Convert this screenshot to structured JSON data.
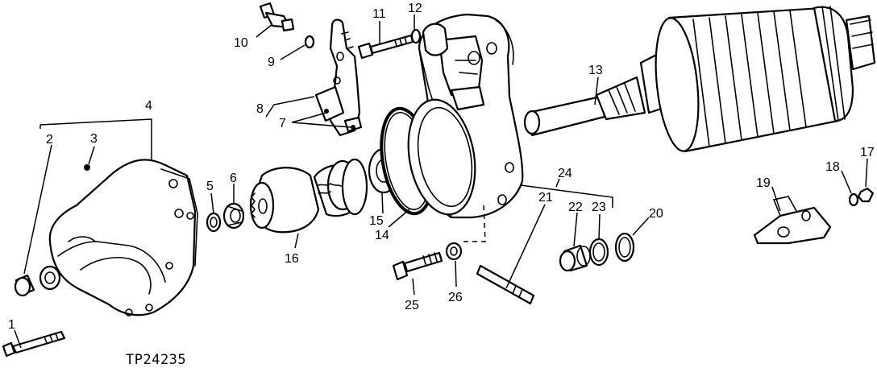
{
  "figure_ref": "TP24235",
  "callouts": {
    "c1": "1",
    "c2": "2",
    "c3": "3",
    "c4": "4",
    "c5": "5",
    "c6": "6",
    "c7": "7",
    "c8": "8",
    "c9": "9",
    "c10": "10",
    "c11": "11",
    "c12": "12",
    "c13": "13",
    "c14": "14",
    "c15": "15",
    "c16": "16",
    "c17": "17",
    "c18": "18",
    "c19": "19",
    "c20": "20",
    "c21": "21",
    "c22": "22",
    "c23": "23",
    "c24": "24",
    "c25": "25",
    "c26": "26"
  }
}
